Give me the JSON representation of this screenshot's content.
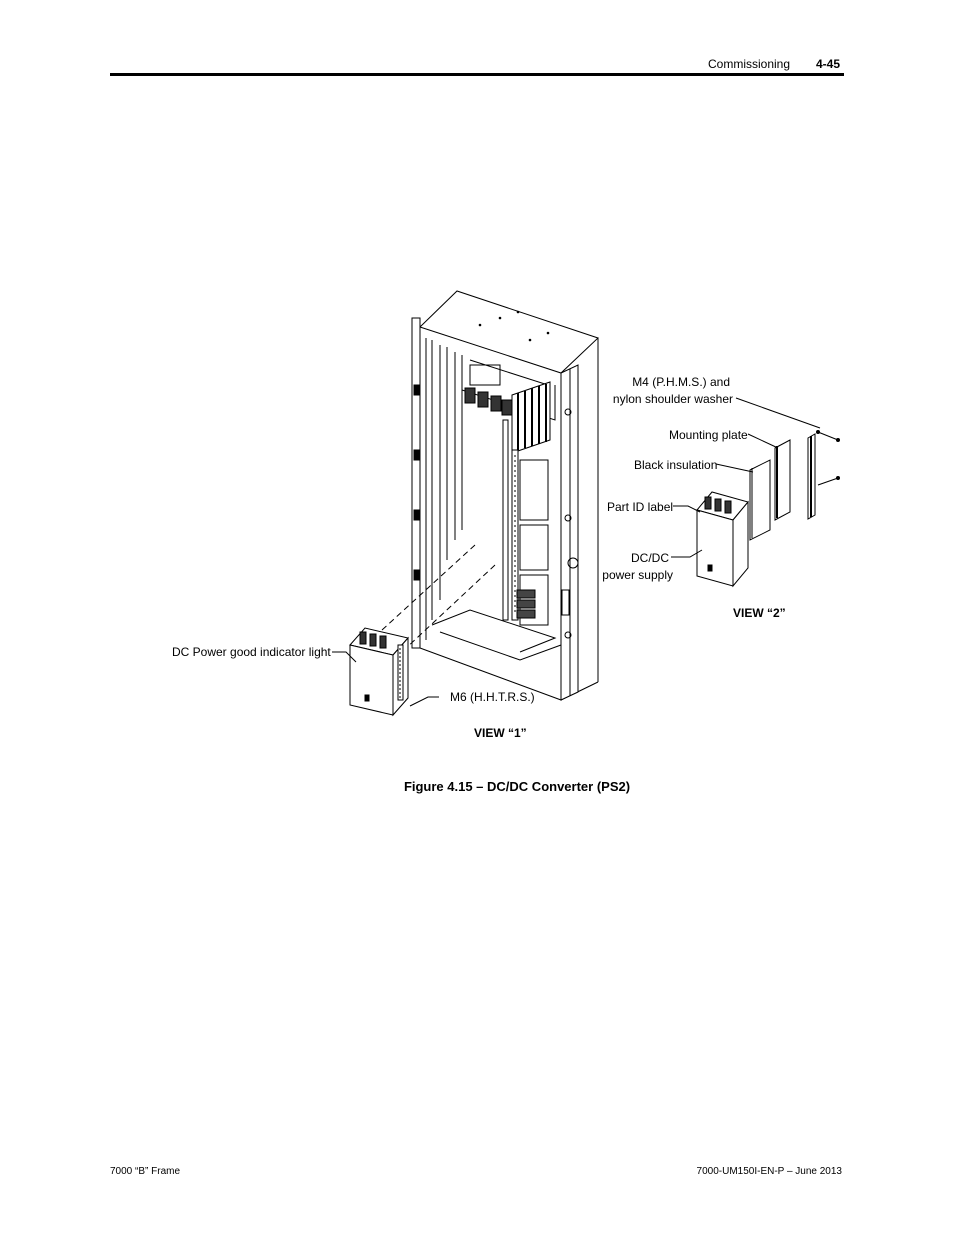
{
  "header": {
    "section": "Commissioning",
    "page_number": "4-45"
  },
  "figure": {
    "caption": "Figure 4.15 – DC/DC Converter (PS2)",
    "view1": {
      "title": "VIEW “1”",
      "callouts": {
        "indicator_light": "DC Power good indicator light",
        "m6": "M6  (H.H.T.R.S.)"
      }
    },
    "view2": {
      "title": "VIEW “2”",
      "callouts": {
        "m4_line1": "M4 (P.H.M.S.) and",
        "m4_line2": "nylon shoulder washer",
        "mounting_plate": "Mounting plate",
        "black_insulation": "Black insulation",
        "part_id": "Part ID label",
        "dcdc_line1": "DC/DC",
        "dcdc_line2": "power supply"
      }
    }
  },
  "footer": {
    "left": "7000 “B” Frame",
    "right": "7000-UM150I-EN-P – June 2013"
  }
}
